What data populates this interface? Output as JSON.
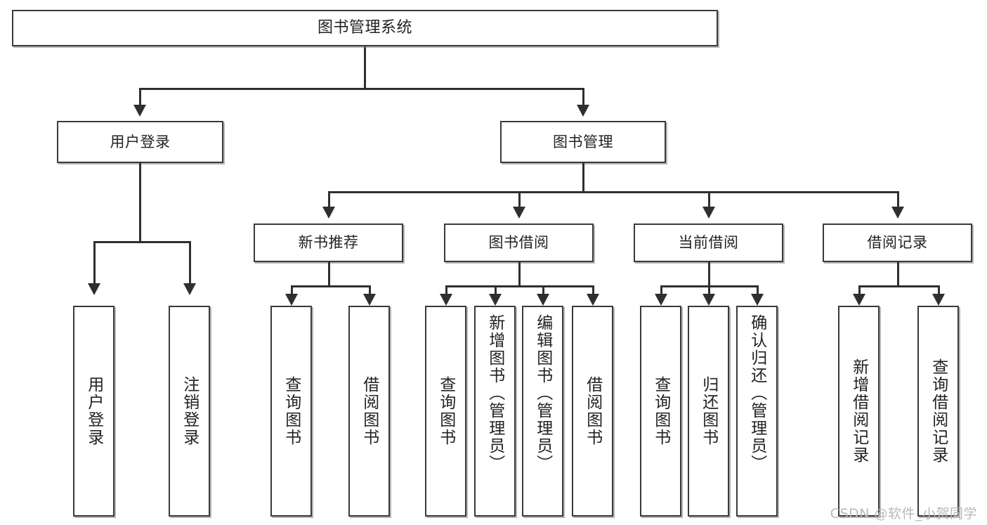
{
  "diagram": {
    "type": "tree-hierarchy-flowchart",
    "title": "图书管理系统",
    "orientation": "top-down",
    "levels": 4,
    "root": {
      "id": "root",
      "label": "图书管理系统",
      "text_orientation": "horizontal"
    },
    "level1": [
      {
        "id": "user-login",
        "label": "用户登录",
        "text_orientation": "horizontal"
      },
      {
        "id": "book-manage",
        "label": "图书管理",
        "text_orientation": "horizontal"
      }
    ],
    "level2": [
      {
        "id": "new-book-rec",
        "label": "新书推荐",
        "parent": "book-manage",
        "text_orientation": "horizontal"
      },
      {
        "id": "book-borrow",
        "label": "图书借阅",
        "parent": "book-manage",
        "text_orientation": "horizontal"
      },
      {
        "id": "current-borrow",
        "label": "当前借阅",
        "parent": "book-manage",
        "text_orientation": "horizontal"
      },
      {
        "id": "borrow-record",
        "label": "借阅记录",
        "parent": "book-manage",
        "text_orientation": "horizontal"
      }
    ],
    "leaves": [
      {
        "id": "leaf-user-login",
        "label": "用户登录",
        "parent": "user-login",
        "text_orientation": "vertical"
      },
      {
        "id": "leaf-logout",
        "label": "注销登录",
        "parent": "user-login",
        "text_orientation": "vertical"
      },
      {
        "id": "leaf-query-book-1",
        "label": "查询图书",
        "parent": "new-book-rec",
        "text_orientation": "vertical"
      },
      {
        "id": "leaf-borrow-book-1",
        "label": "借阅图书",
        "parent": "new-book-rec",
        "text_orientation": "vertical"
      },
      {
        "id": "leaf-query-book-2",
        "label": "查询图书",
        "parent": "book-borrow",
        "text_orientation": "vertical"
      },
      {
        "id": "leaf-add-book",
        "label": "新增图书（管理员）",
        "parent": "book-borrow",
        "text_orientation": "vertical"
      },
      {
        "id": "leaf-edit-book",
        "label": "编辑图书（管理员）",
        "parent": "book-borrow",
        "text_orientation": "vertical"
      },
      {
        "id": "leaf-borrow-book-2",
        "label": "借阅图书",
        "parent": "book-borrow",
        "text_orientation": "vertical"
      },
      {
        "id": "leaf-query-book-3",
        "label": "查询图书",
        "parent": "current-borrow",
        "text_orientation": "vertical"
      },
      {
        "id": "leaf-return-book",
        "label": "归还图书",
        "parent": "current-borrow",
        "text_orientation": "vertical"
      },
      {
        "id": "leaf-confirm-return",
        "label": "确认归还（管理员）",
        "parent": "current-borrow",
        "text_orientation": "vertical"
      },
      {
        "id": "leaf-add-record",
        "label": "新增借阅记录",
        "parent": "borrow-record",
        "text_orientation": "vertical"
      },
      {
        "id": "leaf-query-record",
        "label": "查询借阅记录",
        "parent": "borrow-record",
        "text_orientation": "vertical"
      }
    ],
    "colors": {
      "background": "#ffffff",
      "box_fill": "#ffffff",
      "box_border": "#3a3a3a",
      "connector": "#2f2f2f",
      "text": "#222222",
      "watermark": "#b9b9b9"
    }
  },
  "watermark": {
    "text": "CSDN @软件_小贺同学"
  }
}
